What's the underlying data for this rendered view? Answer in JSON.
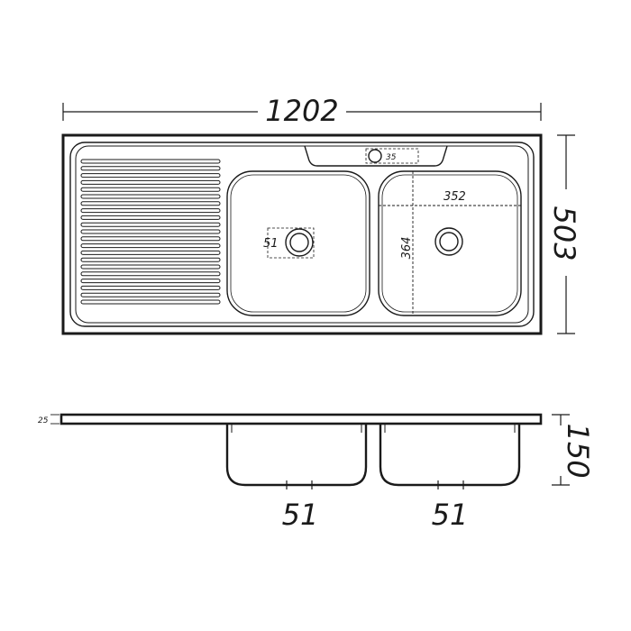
{
  "top_view": {
    "overall_width": "1202",
    "overall_depth": "503",
    "tap_hole": "35",
    "waste_diameter": "51",
    "bowl_width": "352",
    "bowl_depth": "364"
  },
  "side_view": {
    "rim_thickness": "25",
    "total_height": "150",
    "left_waste": "51",
    "right_waste": "51"
  }
}
